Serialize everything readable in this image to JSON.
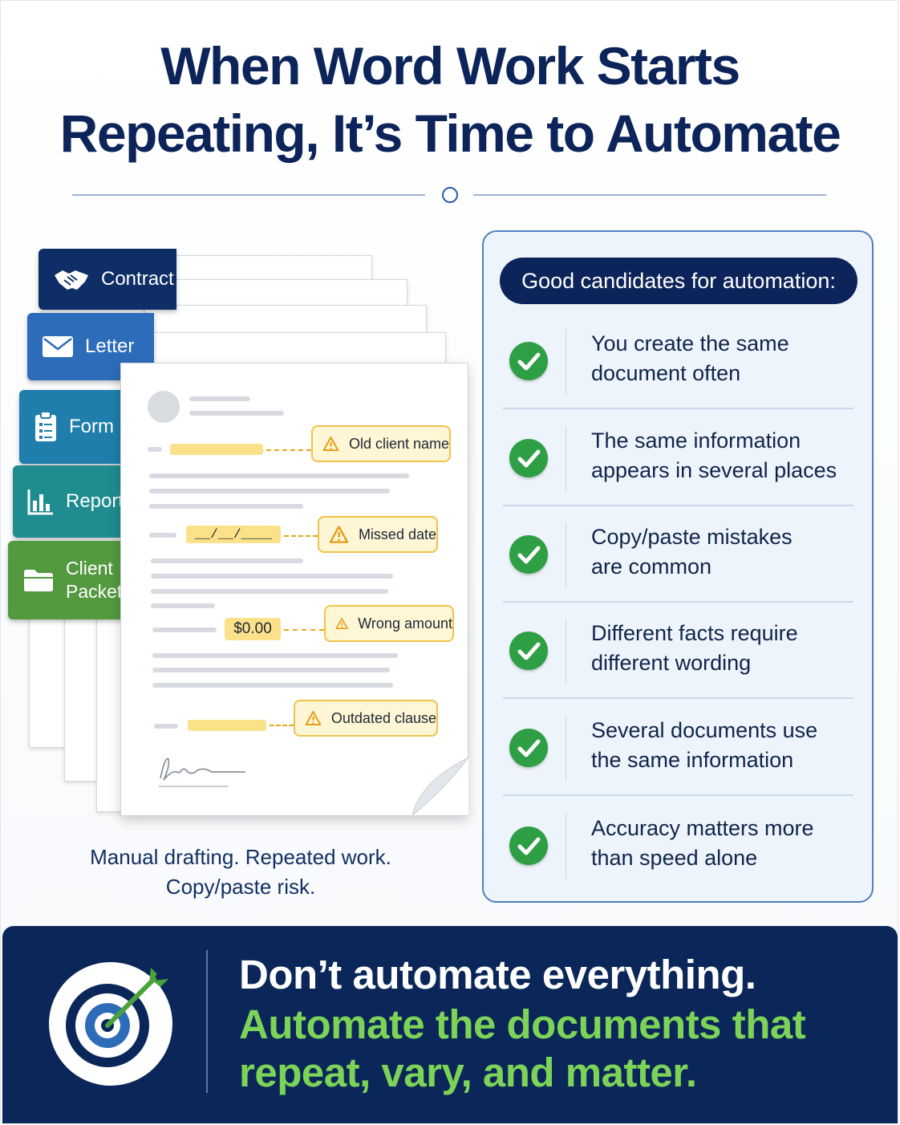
{
  "title": {
    "line1": "When Word Work Starts",
    "line2": "Repeating, It’s Time to Automate"
  },
  "tabs": [
    {
      "label": "Contract",
      "icon": "handshake-icon",
      "color": "#0f2d66"
    },
    {
      "label": "Letter",
      "icon": "envelope-icon",
      "color": "#2d6cb8"
    },
    {
      "label": "Form",
      "icon": "clipboard-icon",
      "color": "#1f7eab"
    },
    {
      "label": "Report",
      "icon": "bar-chart-icon",
      "color": "#1f8c90"
    },
    {
      "label_line1": "Client",
      "label_line2": "Packet",
      "icon": "folder-icon",
      "color": "#53993f"
    }
  ],
  "document": {
    "amount_value": "$0.00",
    "date_placeholder": "__/__/____",
    "warnings": [
      {
        "label": "Old client name"
      },
      {
        "label": "Missed date"
      },
      {
        "label": "Wrong amount"
      },
      {
        "label": "Outdated clause"
      }
    ]
  },
  "caption": {
    "line1": "Manual drafting. Repeated work.",
    "line2": "Copy/paste risk."
  },
  "candidates": {
    "heading": "Good candidates for automation:",
    "items": [
      {
        "line1": "You create the same",
        "line2": "document often"
      },
      {
        "line1": "The same information",
        "line2": "appears in several places"
      },
      {
        "line1": "Copy/paste mistakes",
        "line2": "are common"
      },
      {
        "line1": "Different facts require",
        "line2": "different wording"
      },
      {
        "line1": "Several documents use",
        "line2": "the same information"
      },
      {
        "line1": "Accuracy matters more",
        "line2": "than speed alone"
      }
    ]
  },
  "footer": {
    "line1": "Don’t automate everything.",
    "line2": "Automate the documents that",
    "line3": "repeat, vary, and matter."
  },
  "colors": {
    "navy": "#0c2459",
    "accent_green": "#7dd357",
    "check_green": "#2e9f44",
    "warning_yellow": "#f1c24a"
  }
}
